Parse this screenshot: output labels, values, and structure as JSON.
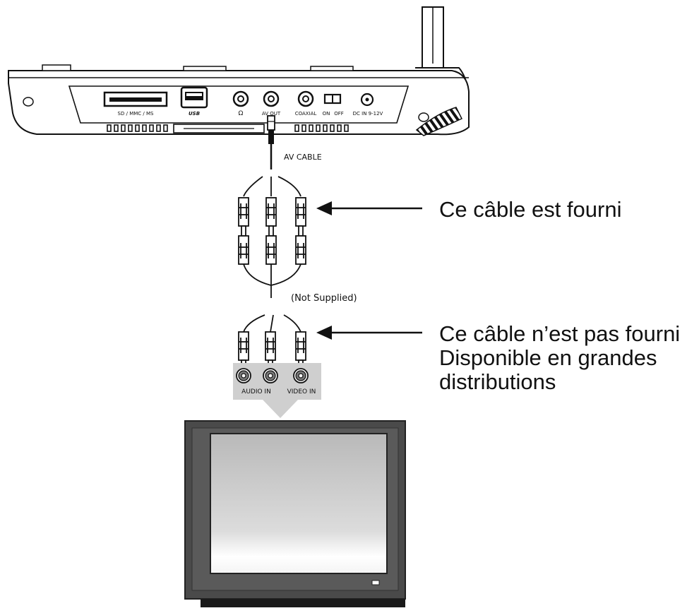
{
  "device": {
    "ports": {
      "card_slot": "SD / MMC / MS",
      "usb": "USB",
      "headphone_symbol": "Ω",
      "av_out": "AV OUT",
      "coaxial": "COAXIAL",
      "on": "ON",
      "off": "OFF",
      "dc_in": "DC IN 9-12V"
    }
  },
  "cable": {
    "av_cable_label": "AV CABLE",
    "not_supplied_label": "(Not Supplied)"
  },
  "tv": {
    "audio_in": "AUDIO IN",
    "video_in": "VIDEO IN"
  },
  "annotations": {
    "supplied": "Ce câble est fourni",
    "not_supplied": "Ce câble n’est pas fourni",
    "available_line1": "Disponible en grandes",
    "available_line2": "distributions"
  },
  "colors": {
    "ink": "#111111",
    "panel": "#cfcfcf",
    "screen_top": "#bdbdbd",
    "screen_bottom": "#ffffff",
    "tv_frame": "#4a4a4a"
  }
}
